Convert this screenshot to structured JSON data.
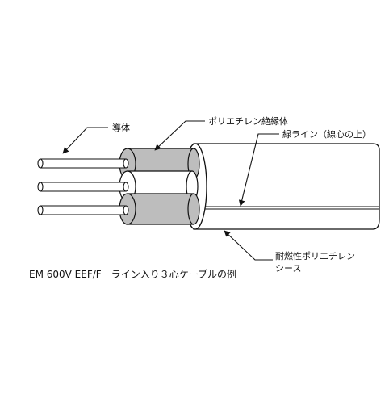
{
  "labels": {
    "conductor": "導体",
    "insulation": "ポリエチレン絶縁体",
    "green_line": "緑ライン（線心の上）",
    "sheath_line1": "耐燃性ポリエチレン",
    "sheath_line2": "シース"
  },
  "caption": "EM 600V EEF/F　ライン入り３心ケーブルの例",
  "colors": {
    "outline": "#111111",
    "insulation_gray": "#bdbdbd",
    "sheath_fill": "#ffffff",
    "conductor_fill": "#ffffff"
  },
  "cable": {
    "cores": 3,
    "core_insulation": [
      "gray",
      "white",
      "gray"
    ]
  }
}
